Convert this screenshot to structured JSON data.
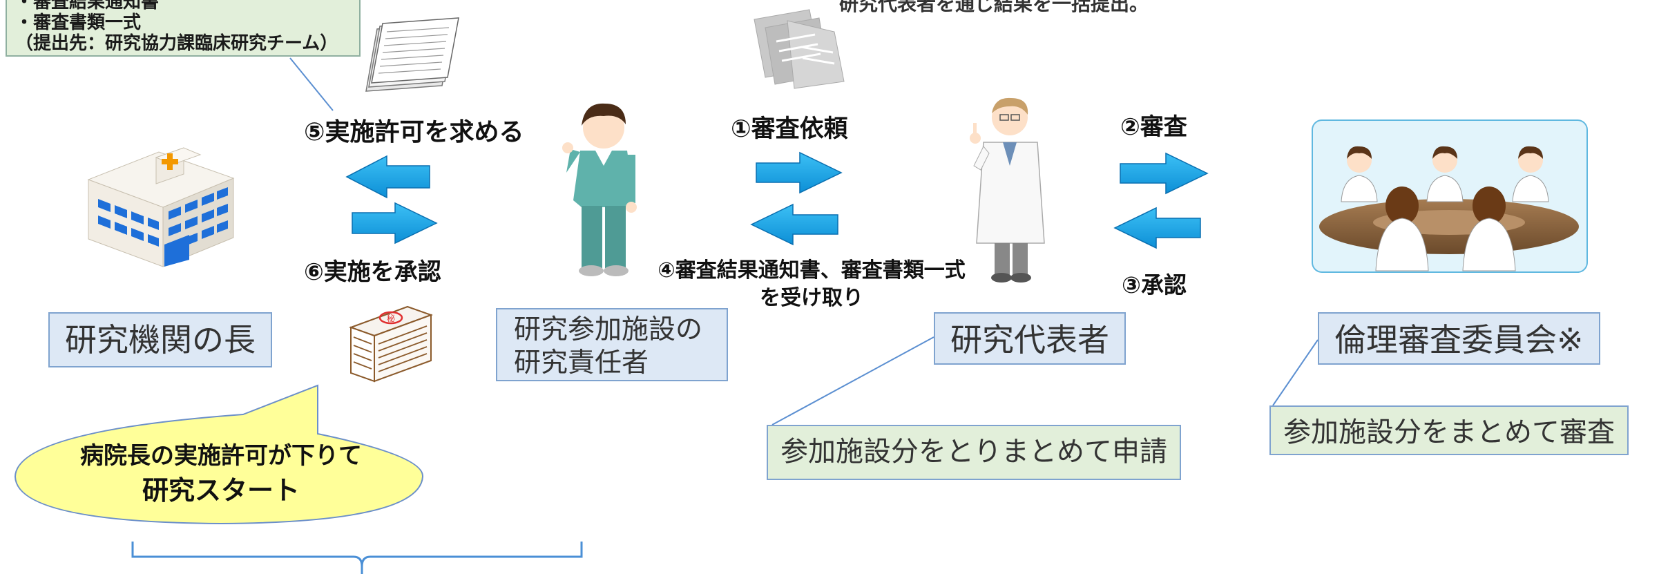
{
  "top_note": {
    "lines": [
      "・審査結果通知書",
      "・審査書類一式",
      "（提出先：研究協力課臨床研究チーム）"
    ]
  },
  "top_center_text": "研究代表者を通じ結果を一括提出。",
  "steps": {
    "s1": "①審査依頼",
    "s2": "②審査",
    "s3": "③承認",
    "s4_line1": "④審査結果通知書、審査書類一式",
    "s4_line2": "を受け取り",
    "s5": "⑤実施許可を求める",
    "s6": "⑥実施を承認"
  },
  "labels": {
    "head": "研究機関の長",
    "pi_line1": "研究参加施設の",
    "pi_line2": "研究責任者",
    "rep": "研究代表者",
    "irb": "倫理審査委員会※"
  },
  "notes": {
    "rep_note": "参加施設分をとりまとめて申請",
    "irb_note": "参加施設分をまとめて審査"
  },
  "bubble": {
    "line1": "病院長の実施許可が下りて",
    "line2": "研究スタート"
  },
  "colors": {
    "arrow": "#1ea6e8",
    "note_green": "#e2efda",
    "label_blue": "#dde8f5",
    "bubble_yellow": "#ffff99"
  }
}
